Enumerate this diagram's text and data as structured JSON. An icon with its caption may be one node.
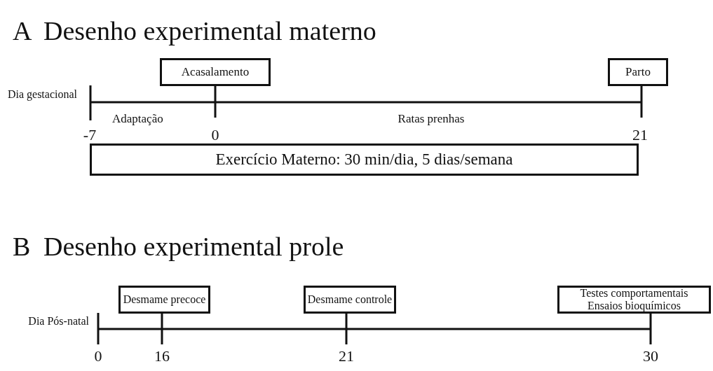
{
  "diagram": {
    "nodes": [
      {
        "text": [
          "Acasalamento"
        ]
      },
      {
        "text": [
          "Parto"
        ]
      },
      {
        "text": [
          "Exercício Materno: 30 min/dia, 5 dias/semana"
        ]
      },
      {
        "text": [
          "Desmame precoce"
        ]
      },
      {
        "text": [
          "Desmame controle"
        ]
      },
      {
        "text": [
          "Testes comportamentais",
          "Ensaios bioquímicos"
        ]
      }
    ],
    "labels": [
      "A",
      "Desenho experimental materno",
      "Dia gestacional",
      "Adaptação",
      "Ratas prenhas",
      "-7",
      "0",
      "21",
      "B",
      "Desenho experimental prole",
      "Dia Pós-natal",
      "0",
      "16",
      "21",
      "30"
    ]
  }
}
